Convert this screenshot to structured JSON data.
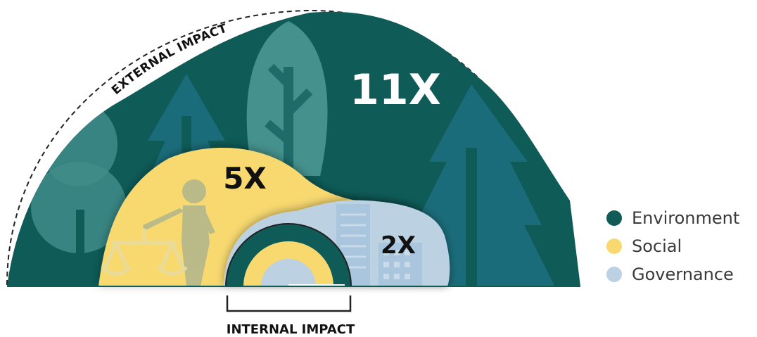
{
  "labels": {
    "external": "EXTERNAL IMPACT",
    "internal": "INTERNAL IMPACT"
  },
  "multipliers": {
    "environment": "11X",
    "social": "5X",
    "governance": "2X"
  },
  "legend": [
    {
      "label": "Environment",
      "color": "#0e5b57"
    },
    {
      "label": "Social",
      "color": "#f8d96f"
    },
    {
      "label": "Governance",
      "color": "#bcd1e2"
    }
  ],
  "colors": {
    "environment": "#0e5b57",
    "social": "#f8d96f",
    "governance": "#bcd1e2"
  }
}
